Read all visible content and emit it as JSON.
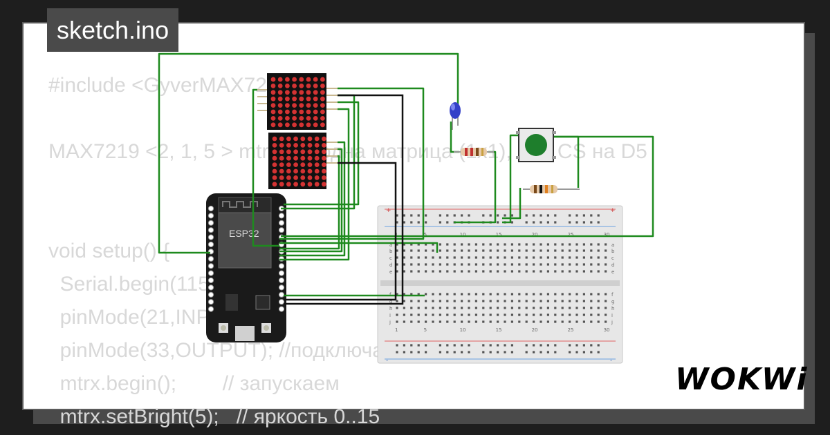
{
  "file_tab": {
    "label": "sketch.ino"
  },
  "code_lines": [
    "#include <GyverMAX7219.h>",
    "",
    "MAX7219 <2, 1, 5 > mtrx;   // одна матрица (1х1), пин CS на D5",
    "",
    "",
    "void setup() {",
    "  Serial.begin(115200);",
    "  pinMode(21,INPUT);",
    "  pinMode(33,OUTPUT); //подключаем светодиод",
    "  mtrx.begin();        // запускаем",
    "  mtrx.setBright(5);   // яркость 0..15"
  ],
  "esp32": {
    "label": "ESP32"
  },
  "breadboard": {
    "column_numbers": [
      "1",
      "5",
      "10",
      "15",
      "20",
      "25",
      "30"
    ],
    "row_letters_top": [
      "a",
      "b",
      "c",
      "d",
      "e"
    ],
    "row_letters_bottom": [
      "f",
      "g",
      "h",
      "i",
      "j"
    ],
    "rail_plus": "+",
    "rail_minus": "-"
  },
  "brand": {
    "logo_text": "WOKWi"
  },
  "colors": {
    "wire_green": "#1e8a1e",
    "wire_black": "#111111",
    "matrix_dot": "#d43333",
    "esp_board": "#1a1a1a",
    "button_cap": "#1e7e2c",
    "led": "#3340c8"
  }
}
